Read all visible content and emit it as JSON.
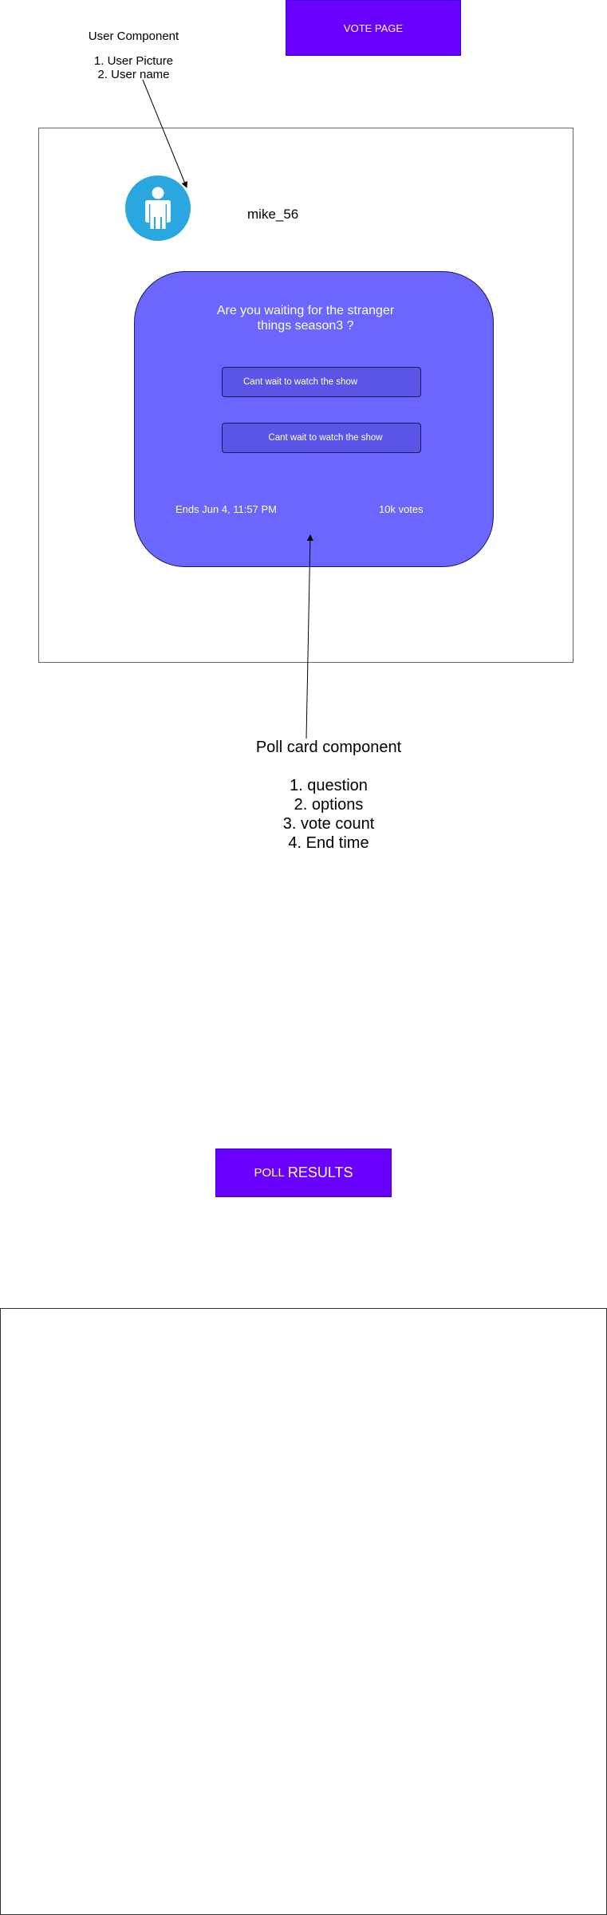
{
  "header": {
    "title": "VOTE PAGE"
  },
  "notes": {
    "user_component": {
      "title": "User Component",
      "items": [
        "1. User Picture",
        "2. User name"
      ]
    },
    "poll_card_component": {
      "title": "Poll card component",
      "items": [
        "1. question",
        "2. options",
        "3. vote count",
        "4. End time"
      ]
    }
  },
  "user": {
    "avatar_icon": "user-silhouette-icon",
    "name": "mike_56"
  },
  "poll": {
    "question": "Are you waiting for the stranger things season3 ?",
    "options": [
      "Cant wait to watch the show",
      "Cant wait to watch the show"
    ],
    "end_time": "Ends Jun 4, 11:57 PM",
    "votes": "10k votes"
  },
  "results": {
    "label_small": "POLL",
    "label_big": "RESULTS"
  },
  "colors": {
    "accent": "#6a00ff",
    "card": "#6b66ff",
    "option": "#5c54e6",
    "avatar": "#2ba7df"
  }
}
